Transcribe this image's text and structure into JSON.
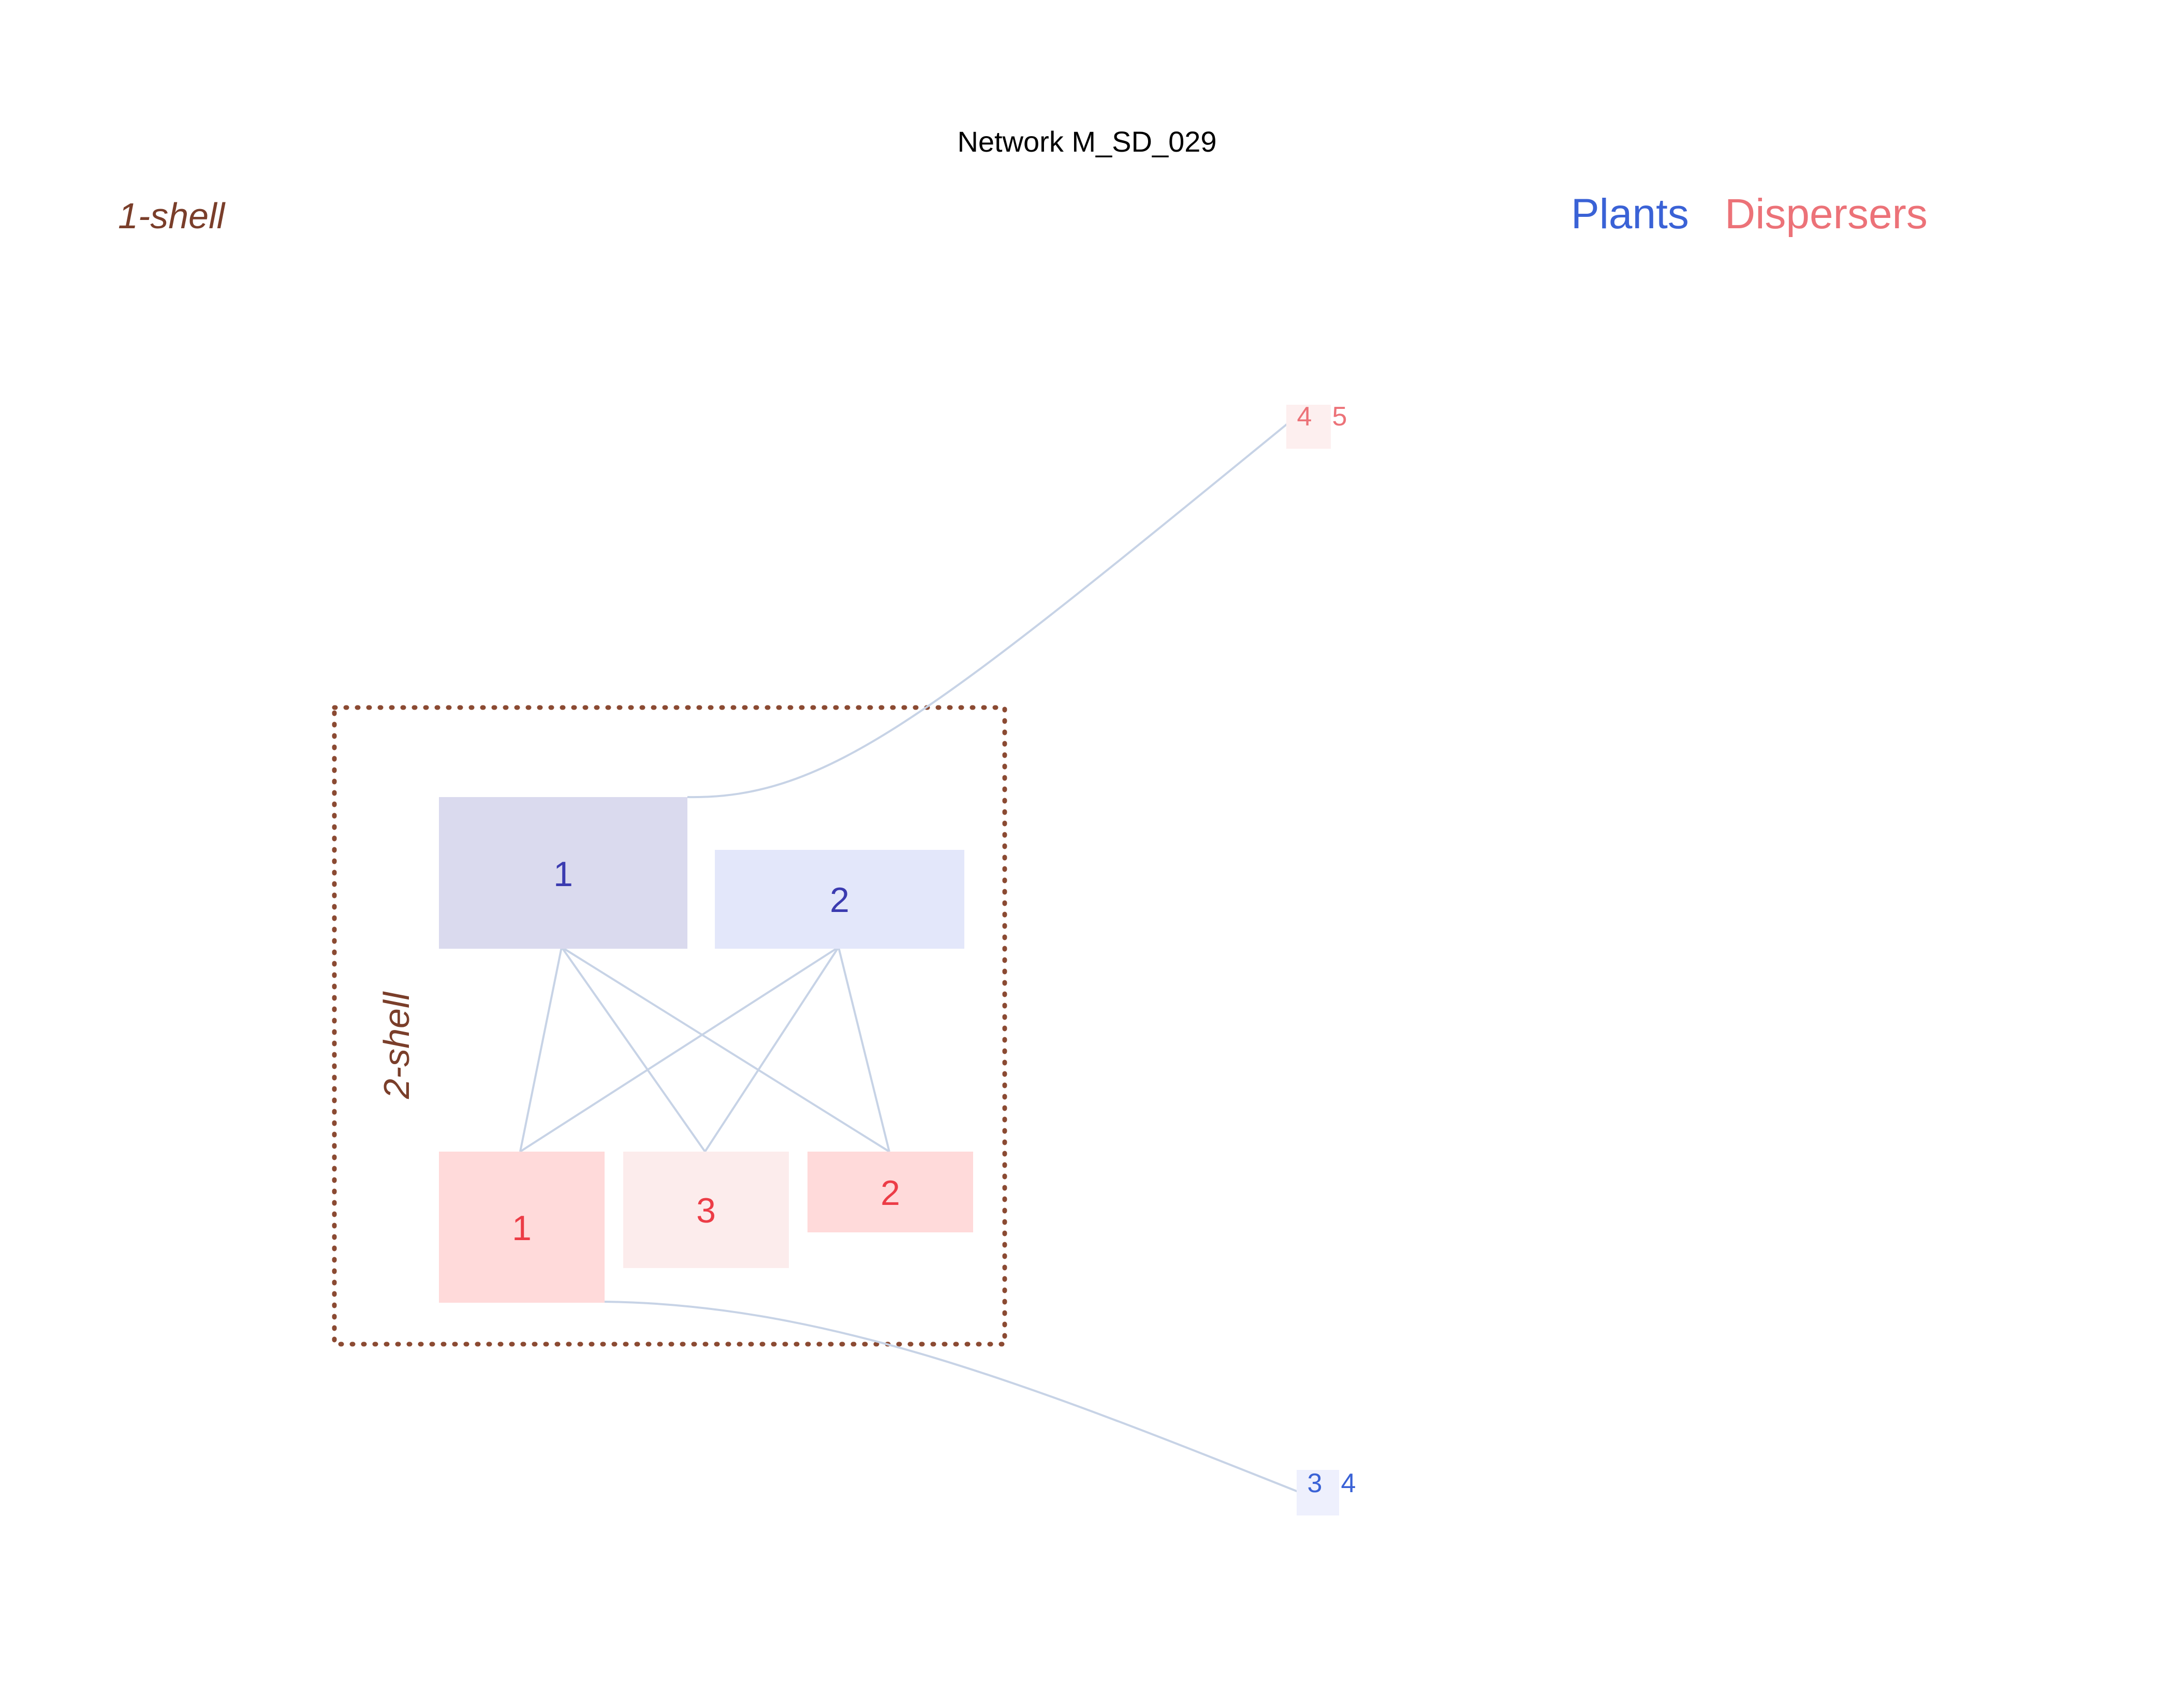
{
  "title": "Network M_SD_029",
  "legend": {
    "plants": "Plants",
    "dispersers": "Dispersers"
  },
  "shells": {
    "outer": "1-shell",
    "inner": "2-shell"
  },
  "nodes": {
    "plant_1": "1",
    "plant_2": "2",
    "disperser_1": "1",
    "disperser_3": "3",
    "disperser_2": "2",
    "outer_dispersers": [
      "4",
      "5"
    ],
    "outer_plants": [
      "3",
      "4"
    ]
  },
  "colors": {
    "plants_legend": "#3a62d6",
    "dispersers_legend": "#ec7278",
    "shell_label": "#7a3e2a",
    "shell_border": "#8b4a32",
    "plant_1_fill": "#dadaee",
    "plant_2_fill": "#e3e7fa",
    "plant_text": "#3b3bb0",
    "disperser_1_fill": "#ffdada",
    "disperser_3_fill": "#fcecec",
    "disperser_2_fill": "#ffdada",
    "disperser_text": "#ec3c46",
    "outer_disperser_fill": "#fdefef",
    "outer_disperser_text": "#ec7278",
    "outer_plant_fill": "#eef0fd",
    "outer_plant_text": "#3a62d6",
    "link": "#c7d3e6"
  }
}
